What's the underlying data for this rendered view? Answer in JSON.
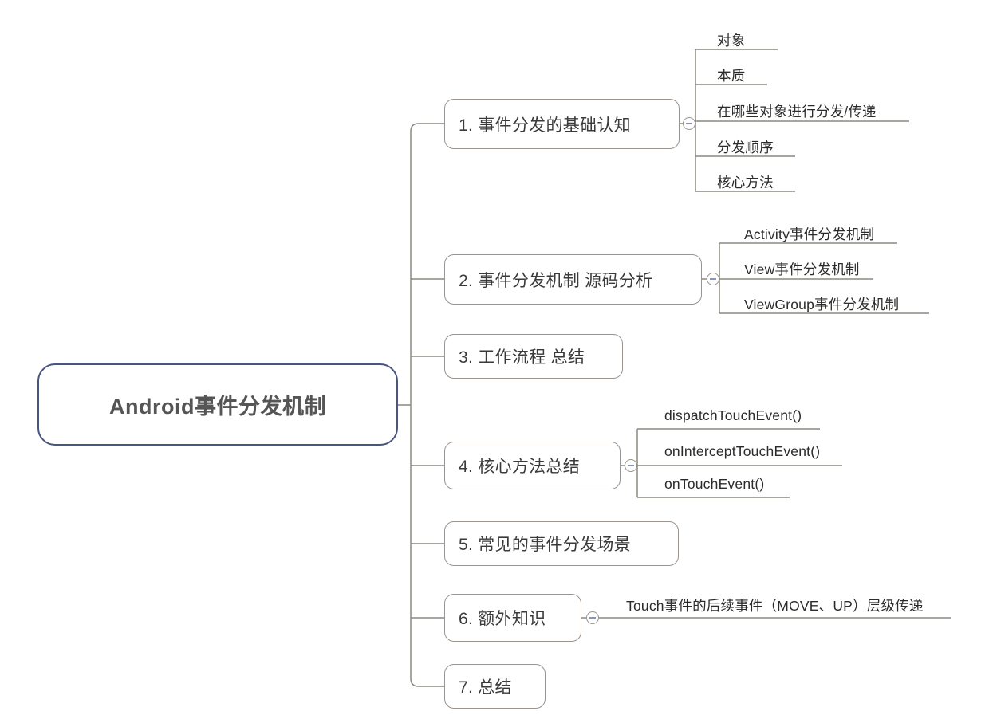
{
  "diagram": {
    "type": "mindmap",
    "title": "Android事件分发机制",
    "root": {
      "label": "Android事件分发机制"
    },
    "branches": [
      {
        "label": "1. 事件分发的基础认知",
        "expanded": true,
        "toggle_icon": "collapse-minus-icon",
        "children": [
          {
            "label": "对象"
          },
          {
            "label": "本质"
          },
          {
            "label": "在哪些对象进行分发/传递"
          },
          {
            "label": "分发顺序"
          },
          {
            "label": "核心方法"
          }
        ]
      },
      {
        "label": "2. 事件分发机制 源码分析",
        "expanded": true,
        "toggle_icon": "collapse-minus-icon",
        "children": [
          {
            "label": "Activity事件分发机制"
          },
          {
            "label": "View事件分发机制"
          },
          {
            "label": "ViewGroup事件分发机制"
          }
        ]
      },
      {
        "label": "3. 工作流程 总结",
        "expanded": false,
        "children": []
      },
      {
        "label": "4. 核心方法总结",
        "expanded": true,
        "toggle_icon": "collapse-minus-icon",
        "children": [
          {
            "label": "dispatchTouchEvent()"
          },
          {
            "label": "onInterceptTouchEvent()"
          },
          {
            "label": "onTouchEvent()"
          }
        ]
      },
      {
        "label": "5. 常见的事件分发场景",
        "expanded": false,
        "children": []
      },
      {
        "label": "6. 额外知识",
        "expanded": true,
        "toggle_icon": "collapse-minus-icon",
        "children": [
          {
            "label": "Touch事件的后续事件（MOVE、UP）层级传递"
          }
        ]
      },
      {
        "label": "7. 总结",
        "expanded": false,
        "children": []
      }
    ],
    "colors": {
      "root_border": "#48557e",
      "branch_border": "#9a938e",
      "connector": "#8c8880",
      "root_text": "#555555",
      "branch_text": "#3a3a3a",
      "leaf_text": "#2b2b2b",
      "toggle_minus": "#8a93b8",
      "background": "#ffffff"
    }
  }
}
